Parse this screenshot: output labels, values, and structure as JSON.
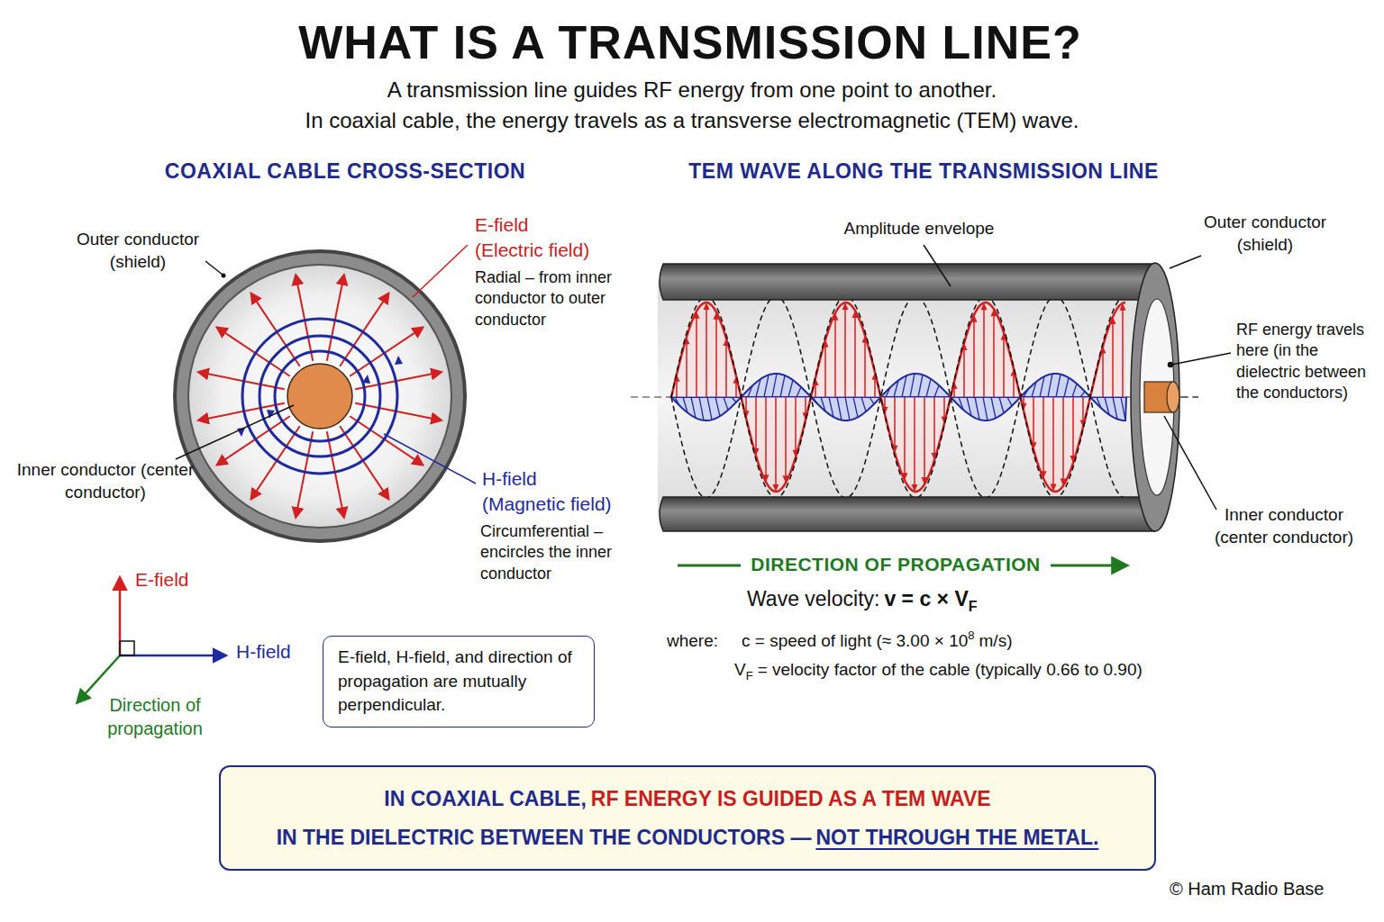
{
  "diagram": {
    "title": "WHAT IS A TRANSMISSION LINE?",
    "nodes": [
      {
        "text": [
          "E-field, H-field, and direction of propagation are mutually perpendicular."
        ]
      },
      {
        "text": [
          "IN COAXIAL CABLE,",
          "RF ENERGY IS GUIDED AS A TEM WAVE",
          "IN THE DIELECTRIC BETWEEN THE CONDUCTORS —",
          "NOT THROUGH THE METAL."
        ]
      }
    ],
    "labels": [
      "A transmission line guides RF energy from one point to another.",
      "In coaxial cable, the energy travels as a transverse electromagnetic (TEM) wave.",
      "COAXIAL CABLE CROSS-SECTION",
      "TEM WAVE ALONG THE TRANSMISSION LINE",
      "Outer conductor (shield)",
      "E-field",
      "(Electric field)",
      "Radial – from inner conductor to outer conductor",
      "Inner conductor (center conductor)",
      "H-field",
      "(Magnetic field)",
      "Circumferential – encircles the inner conductor",
      "E-field",
      "H-field",
      "Direction of propagation",
      "Amplitude envelope",
      "Outer conductor (shield)",
      "RF energy travels here (in the dielectric between the conductors)",
      "Inner conductor (center conductor)",
      "DIRECTION OF PROPAGATION",
      "Wave velocity:",
      "v = c × V",
      "F",
      "where:",
      "c = speed of light (≈ 3.00 × 10",
      "8",
      "m/s)",
      "V",
      "F",
      "= velocity factor of the cable (typically 0.66 to 0.90)",
      "© Ham Radio Base"
    ]
  }
}
